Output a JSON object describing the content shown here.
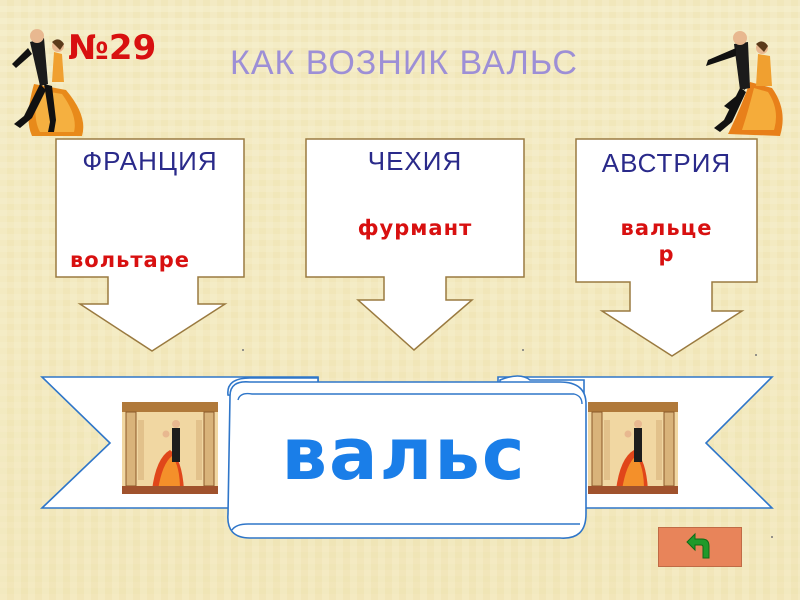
{
  "slide": {
    "number": "№29",
    "title": "КАК ВОЗНИК ВАЛЬС"
  },
  "origins": [
    {
      "country": "ФРАНЦИЯ",
      "word": "вольтаре"
    },
    {
      "country": "ЧЕХИЯ",
      "word": "фурмант"
    },
    {
      "country": "АВСТРИЯ",
      "word_line1": "вальце",
      "word_line2": "р"
    }
  ],
  "result": {
    "word": "вальс"
  },
  "nav": {
    "return_icon": "return-arrow-icon"
  },
  "colors": {
    "number_red": "#d81010",
    "title_lavender": "#9d8fd6",
    "country_navy": "#2a2a8a",
    "word_blue": "#1a7ee8",
    "box_border": "#9a7a40",
    "banner_border": "#2f76c9",
    "button_orange": "#e8845a"
  }
}
